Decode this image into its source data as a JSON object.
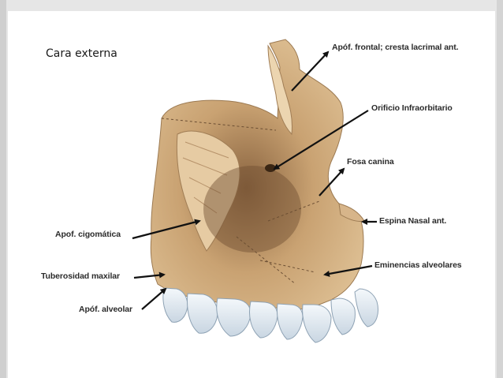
{
  "slide": {
    "title": "Cara externa"
  },
  "labels": {
    "apof_frontal": "Apóf. frontal; cresta lacrimal ant.",
    "orificio_infraorbitario": "Orificio Infraorbitario",
    "fosa_canina": "Fosa canina",
    "espina_nasal": "Espina Nasal ant.",
    "eminencias_alveolares": "Eminencias alveolares",
    "apof_cigomatica": "Apof. cigomática",
    "tuberosidad_maxilar": "Tuberosidad maxilar",
    "apof_alveolar": "Apóf. alveolar"
  },
  "colors": {
    "bone": "#d9b98c",
    "bone_dark": "#a98258",
    "bone_shadow": "#7a5a3a",
    "teeth": "#dfe8f0",
    "arrow": "#111111"
  }
}
